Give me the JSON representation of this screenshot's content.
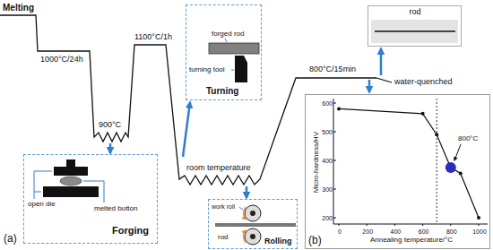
{
  "diagram": {
    "nodes": [
      {
        "text": [
          "open die",
          "melted button",
          "Forging"
        ]
      },
      {
        "text": [
          "forged rod",
          "turning tool",
          "Turning"
        ]
      },
      {
        "text": [
          "work roll",
          "rod",
          "Rolling"
        ]
      },
      {
        "text": [
          "rod"
        ]
      },
      {
        "text": [
          "Micro-hardness/HV",
          "600",
          "500",
          "400",
          "300",
          "200",
          "0",
          "200",
          "400",
          "600",
          "800",
          "1000",
          "Annealing temperature/°C",
          "800°C"
        ]
      }
    ],
    "labels": [
      "Melting",
      "1000°C/24h",
      "900°C",
      "1100°C/1h",
      "room temperature",
      "800°C/15min",
      "water-quenched",
      "(a)",
      "(b)"
    ]
  }
}
